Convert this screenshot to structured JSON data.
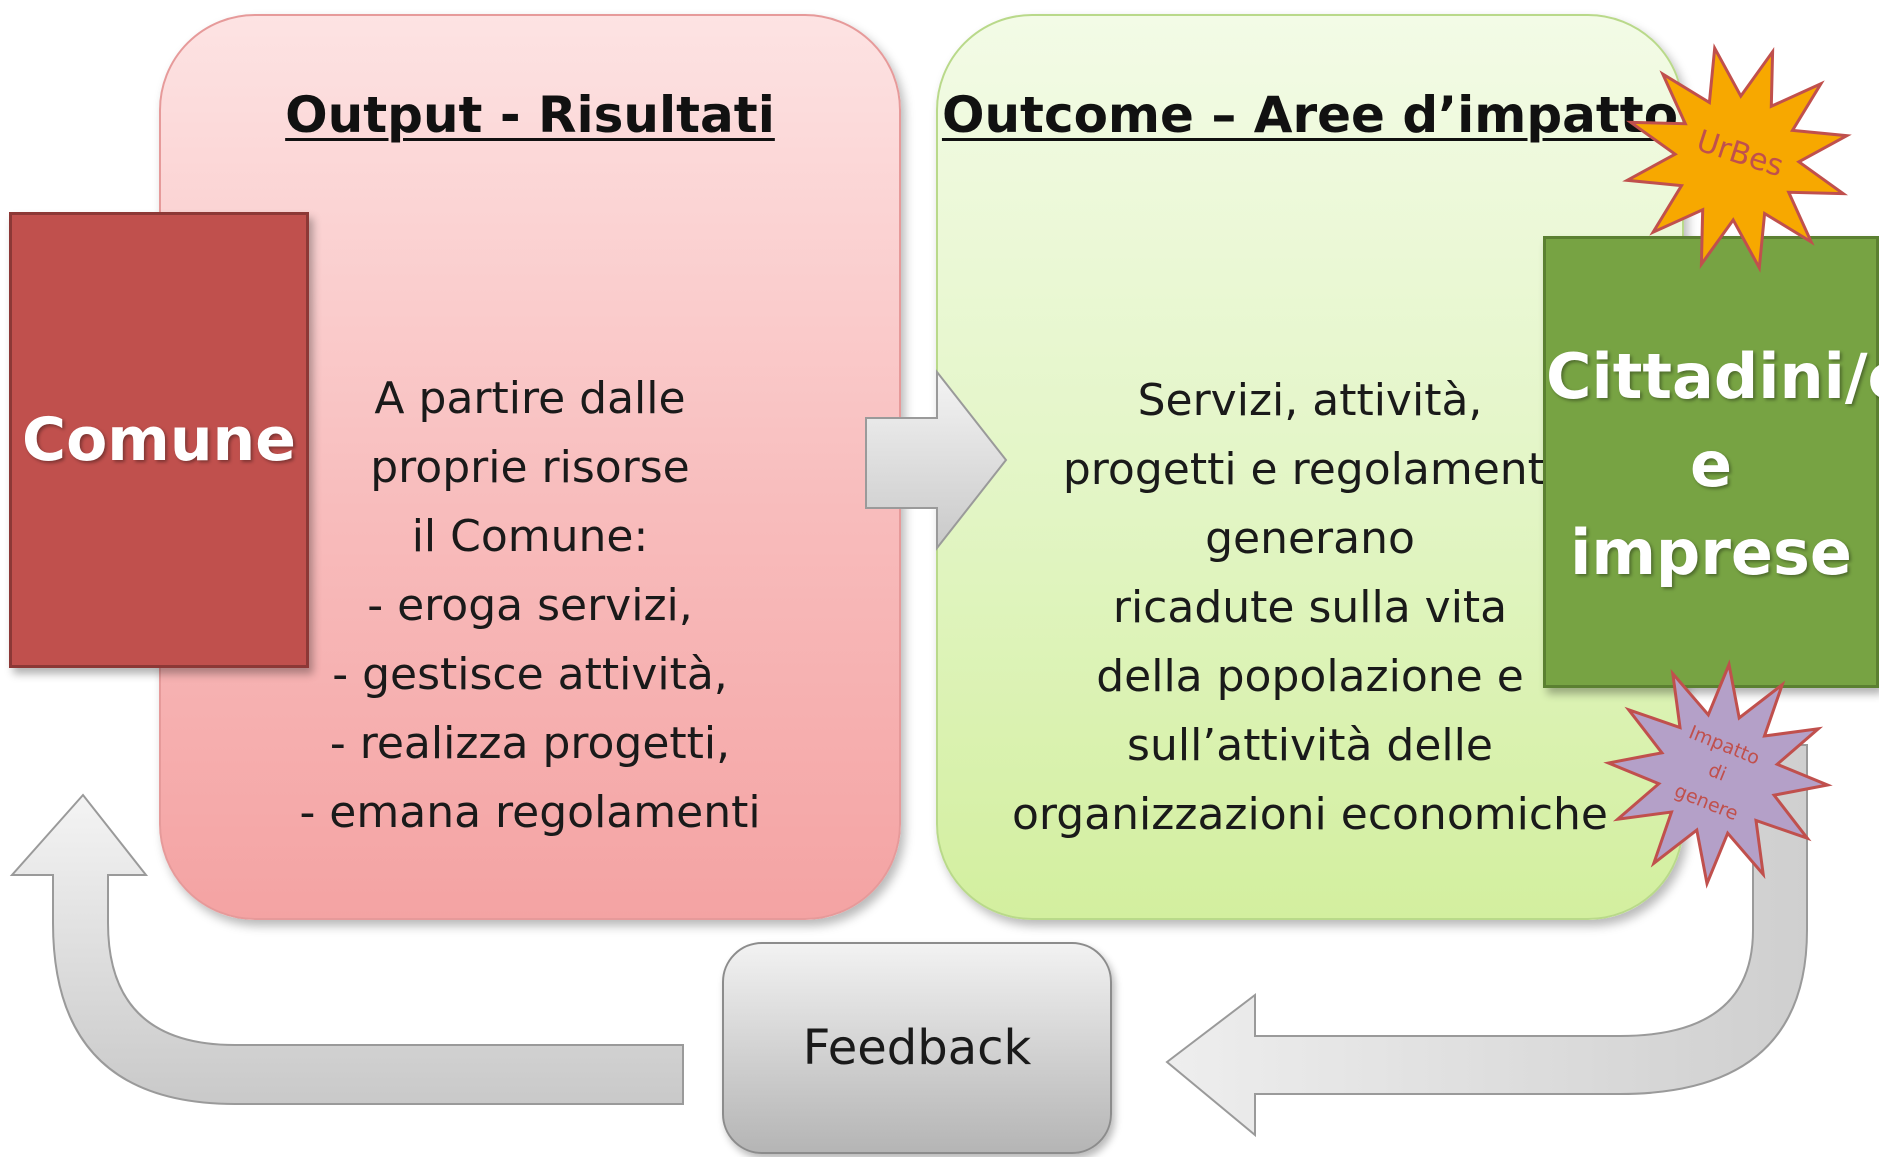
{
  "diagram": {
    "output_panel": {
      "title": "Output - Risultati",
      "lines": [
        "A partire dalle",
        "proprie risorse",
        "il Comune:",
        "- eroga servizi,",
        "- gestisce attività,",
        "- realizza progetti,",
        "- emana regolamenti"
      ]
    },
    "outcome_panel": {
      "title": "Outcome – Aree d’impatto",
      "lines": [
        "Servizi, attività,",
        "progetti e regolamenti",
        "generano",
        "ricadute sulla vita",
        "della popolazione e",
        "sull’attività delle",
        "organizzazioni economiche"
      ]
    },
    "comune": {
      "label": "Comune",
      "color": "#c0504d"
    },
    "cittadini": {
      "lines": [
        "Cittadini/e",
        "e",
        "imprese"
      ],
      "color": "#77a343"
    },
    "feedback": {
      "label": "Feedback"
    },
    "badges": {
      "urbes": {
        "label": "UrBes",
        "color": "#f7a800"
      },
      "impatto": {
        "lines": [
          "Impatto",
          "di",
          "genere"
        ],
        "color": "#b4a0c8"
      }
    },
    "colors": {
      "output_fill": "#f8bcbc",
      "outcome_fill": "#e2f5c4",
      "arrow_fill": "#d9d9d9"
    }
  }
}
